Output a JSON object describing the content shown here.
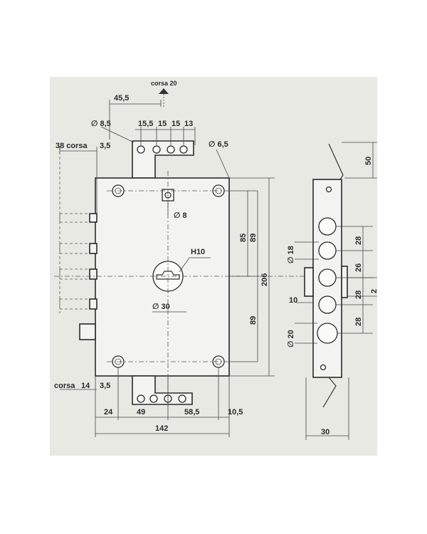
{
  "labels": {
    "corsa_top": "corsa 20",
    "dim_45_5": "45,5",
    "dia_8_5": "∅ 8,5",
    "dim_15_5": "15,5",
    "dim_15_a": "15",
    "dim_15_b": "15",
    "dim_13": "13",
    "dia_6_5": "∅ 6,5",
    "corsa_38": "38 corsa",
    "dim_3_5_top": "3,5",
    "dia_8": "∅ 8",
    "key_h10": "H10",
    "dia_30": "∅ 30",
    "dim_85": "85",
    "dim_89_top": "89",
    "dim_206": "206",
    "dim_89_bot": "89",
    "corsa_14": "corsa",
    "dim_14": "14",
    "dim_3_5_bot": "3,5",
    "dim_24": "24",
    "dim_49": "49",
    "dim_58_5": "58,5",
    "dim_10_5": "10,5",
    "dim_142": "142",
    "side_50": "50",
    "side_28_a": "28",
    "side_26": "26",
    "side_28_b": "28",
    "side_28_c": "28",
    "side_2": "2",
    "side_dia_18": "∅ 18",
    "side_10": "10",
    "side_dia_20": "∅ 20",
    "side_30": "30"
  },
  "colors": {
    "paper": "#e9e9e4",
    "ink": "#2a2a2a"
  }
}
